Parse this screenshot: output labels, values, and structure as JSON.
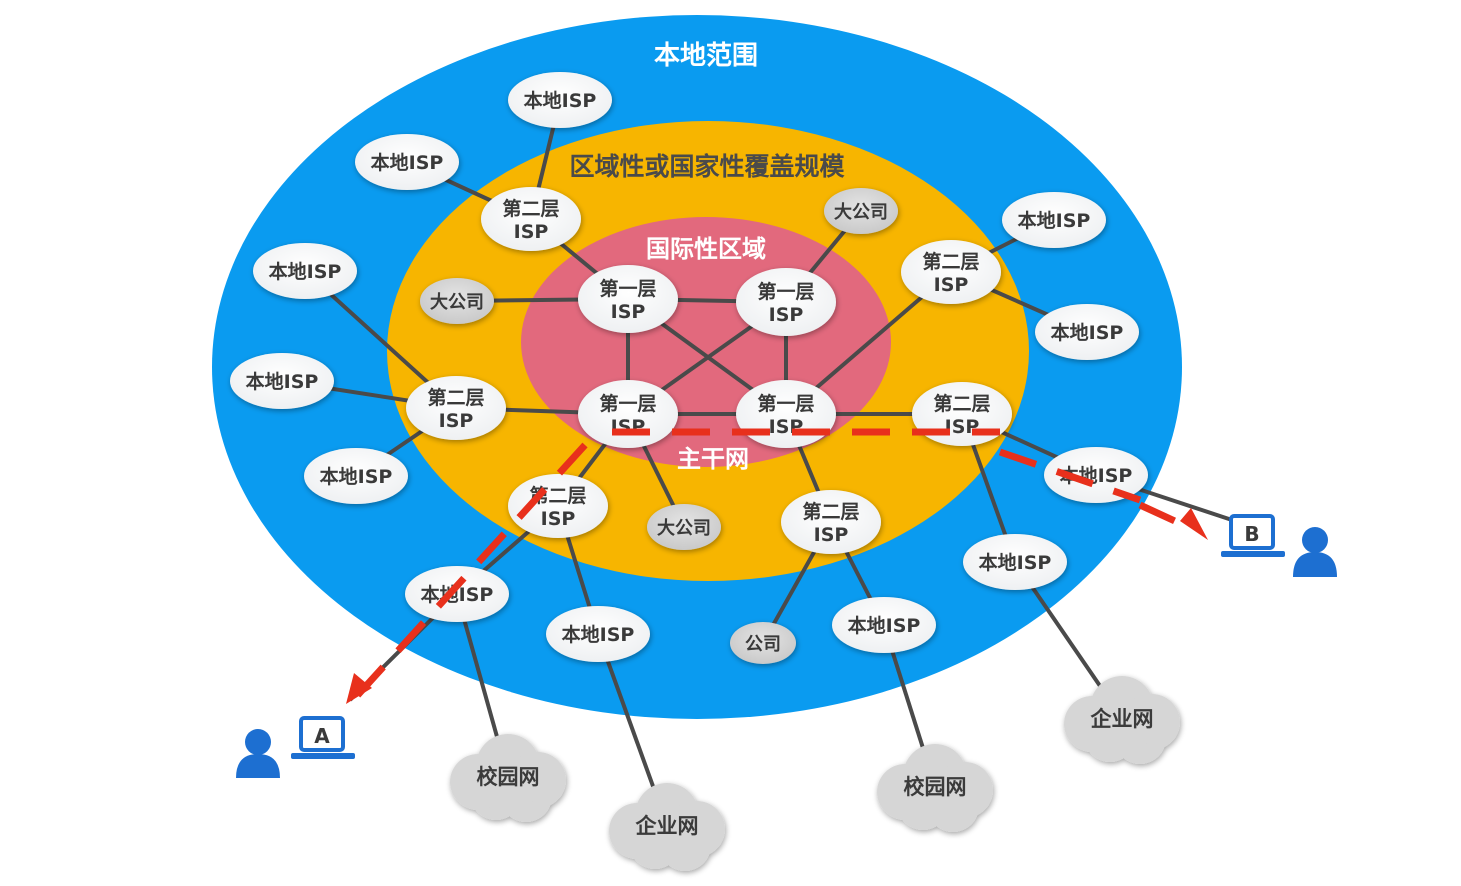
{
  "zones": {
    "local": "本地范围",
    "regional": "区域性或国家性覆盖规模",
    "international": "国际性区域",
    "backbone": "主干网"
  },
  "nodes": {
    "tier1_tl": [
      "第一层",
      "ISP"
    ],
    "tier1_tr": [
      "第一层",
      "ISP"
    ],
    "tier1_bl": [
      "第一层",
      "ISP"
    ],
    "tier1_br": [
      "第一层",
      "ISP"
    ],
    "tier2_top": [
      "第二层",
      "ISP"
    ],
    "tier2_right": [
      "第二层",
      "ISP"
    ],
    "tier2_left": [
      "第二层",
      "ISP"
    ],
    "tier2_east": [
      "第二层",
      "ISP"
    ],
    "tier2_bl": [
      "第二层",
      "ISP"
    ],
    "tier2_bottom": [
      "第二层",
      "ISP"
    ],
    "local_top": "本地ISP",
    "local_topleft": "本地ISP",
    "local_left1": "本地ISP",
    "local_left2": "本地ISP",
    "local_left3": "本地ISP",
    "local_topright": "本地ISP",
    "local_right": "本地ISP",
    "local_b_side": "本地ISP",
    "local_a_side": "本地ISP",
    "local_bottom1": "本地ISP",
    "local_bottom2": "本地ISP",
    "local_bottomright": "本地ISP",
    "bigco_1": "大公司",
    "bigco_2": "大公司",
    "bigco_3": "大公司",
    "company": "公司",
    "cloud_campus1": "校园网",
    "cloud_campus2": "校园网",
    "cloud_enterprise1": "企业网",
    "cloud_enterprise2": "企业网"
  },
  "hosts": {
    "a": "A",
    "b": "B"
  },
  "colors": {
    "outer": "#0a9bf0",
    "middle": "#f7b500",
    "inner": "#e2697d",
    "path": "#e8301c",
    "host": "#1d6fd1"
  }
}
